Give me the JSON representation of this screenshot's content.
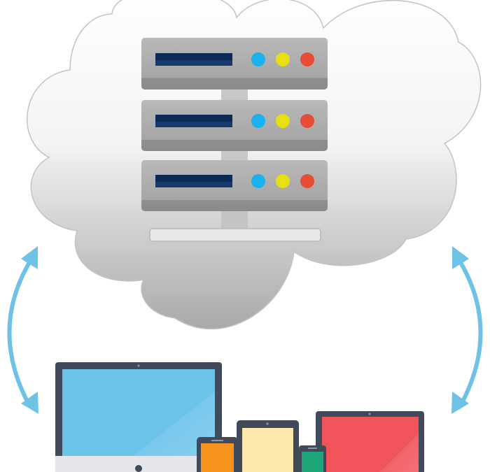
{
  "diagram": {
    "cloud": {
      "icon": "cloud-icon"
    },
    "server_rack": {
      "icon": "server-rack-icon",
      "units": [
        {
          "icon": "server-unit-icon",
          "leds": [
            "blue",
            "yellow",
            "red"
          ]
        },
        {
          "icon": "server-unit-icon",
          "leds": [
            "blue",
            "yellow",
            "red"
          ]
        },
        {
          "icon": "server-unit-icon",
          "leds": [
            "blue",
            "yellow",
            "red"
          ]
        }
      ]
    },
    "sync_arrows": [
      {
        "icon": "double-arrow-icon",
        "side": "left"
      },
      {
        "icon": "double-arrow-icon",
        "side": "right"
      }
    ],
    "devices": [
      {
        "icon": "desktop-monitor-icon",
        "screen_color": "#6cc3ea"
      },
      {
        "icon": "phone-icon",
        "screen_color": "#f7941d"
      },
      {
        "icon": "tablet-icon",
        "screen_color": "#fde9a9"
      },
      {
        "icon": "small-phone-icon",
        "screen_color": "#1fa67a"
      },
      {
        "icon": "laptop-icon",
        "screen_color": "#f0545a"
      }
    ]
  },
  "colors": {
    "arrow": "#6ec2e6",
    "led_blue": "#19b1ee",
    "led_yellow": "#e8e011",
    "led_red": "#e94c36",
    "server_body": "#a7a7a7",
    "display_slot": "#0b2a55",
    "device_frame": "#404a5a"
  }
}
